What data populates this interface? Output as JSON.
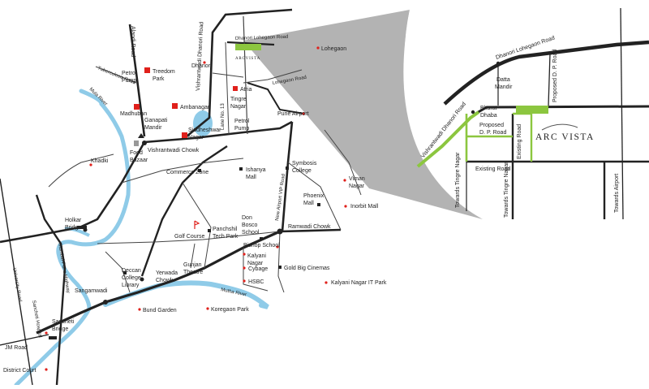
{
  "colors": {
    "road": "#222222",
    "road_minor": "#444444",
    "river": "#8fcbe8",
    "project": "#8cc63f",
    "landmark": "#e0201b",
    "zoom_cone": "#a8a8a8",
    "background": "#ffffff"
  },
  "brand": {
    "name": "ARCVISTA",
    "inset_name": "ARC VISTA"
  },
  "main_map": {
    "labels": {
      "alandi_road": "Alandi Road",
      "vishrantwadi_dhanori_road": "Vishrantwadi Dhanori Road",
      "dhanori_lohegaon_road": "Dhanori Lohegaon Road",
      "lohegaon": "Lohegaon",
      "lohegaon_road": "Lohegaon Road",
      "treedom_park": "Treedom Park",
      "tingre_nagar": "Tingre Nagar",
      "petrol_pump_1": "Petrol Pump",
      "petrol_pump_2": "Petrol Pump",
      "dhanori": "Dhanori",
      "tuberculosis_road": "Tuberculosis Road",
      "atria": "Atria",
      "madhuban": "Madhuban",
      "ambanagari": "Ambanagari",
      "lane_no_13": "Lane No. 13",
      "ganapati_mandir": "Ganapati Mandir",
      "siddheshwar_nagar": "Siddheshwar Nagar",
      "pune_airport": "Pune Airport",
      "mula_river": "Mula River",
      "food_bazaar": "Food Bazaar",
      "vishrantwadi_chowk": "Vishrantwadi Chowk",
      "khadki": "Khadki",
      "commerce_zone": "Commerce Zone",
      "ishanya_mall": "Ishanya Mall",
      "symbiosis_college": "Symbiosis College",
      "viman_nagar": "Viman Nagar",
      "phoenix_mall": "Phoenix Mall",
      "inorbit_mall": "Inorbit Mall",
      "new_airport_vip_road": "New Airport VIP Road",
      "holkar_bridge": "Holkar Bridge",
      "golf_course": "Golf Course",
      "panchshil_tech_park": "Panchshil Tech Park",
      "don_bosco_school": "Don Bosco School",
      "ramwadi_chowk": "Ramwadi Chowk",
      "mumbai_pune_highway": "Mumbai-Pune Highway",
      "bishop_school": "Bishop School",
      "kalyani_nagar": "Kalyani Nagar",
      "cybage": "Cybage",
      "gold_big_cinemas": "Gold Big Cinemas",
      "deccan_college_library": "Deccan College Library",
      "yerwada_chowk": "Yerwada Chowk",
      "gunjan_theatre": "Gunjan Theatre",
      "hsbc": "HSBC",
      "kalyani_nagar_it_park": "Kalyani Nagar IT Park",
      "university_road": "University Road",
      "sangamwadi": "Sangamwadi",
      "mutha_river": "Mutha River",
      "sancheti_hospital": "Sancheti Hospital",
      "sancheti_bridge": "Sancheti Bridge",
      "bund_garden": "Bund Garden",
      "koregaon_park": "Koregaon Park",
      "jm_road": "JM Road",
      "district_court": "District Court"
    }
  },
  "inset_map": {
    "labels": {
      "dhanori_lohegaon_road": "Dhanori Lohegaon Road",
      "datta_mandir": "Datta Mandir",
      "proposed_dp_road_vertical": "Proposed D. P. Road",
      "vishrantwadi_dhanori_road": "Vishrantwadi Dhanori Road",
      "bharat_dhaba": "Bharat Dhaba",
      "proposed_dp_road": "Proposed D. P. Road",
      "existing_road_vertical": "Existing Road",
      "existing_road": "Existing Road",
      "towards_tingre_nagar_1": "Towards Tingre Nagar",
      "towards_tingre_nagar_2": "Towards Tingre Nagar",
      "towards_airport": "Towards Airport"
    }
  }
}
